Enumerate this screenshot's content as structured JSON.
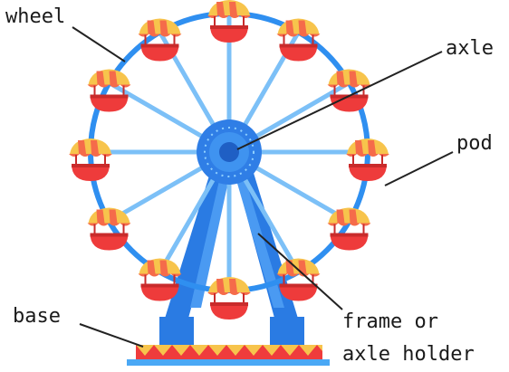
{
  "labels": {
    "wheel": "wheel",
    "axle": "axle",
    "pod": "pod",
    "base": "base",
    "frame_line1": "frame or",
    "frame_line2": "axle holder"
  },
  "colors": {
    "rim": "#2f8ff0",
    "spoke": "#7cc0f7",
    "hub": "#2f7ee6",
    "hub_inner": "#1f5fc4",
    "frame": "#2a7be3",
    "frame_shade": "#4a9af2",
    "pod_cup": "#ee3b3b",
    "pod_cup_dark": "#c92b2b",
    "pod_roof_a": "#f7c44c",
    "pod_roof_b": "#f56b4a",
    "base_red": "#ef3c3c",
    "base_yellow": "#f7c44c",
    "base_strip": "#4aa8f5",
    "leader": "#222222"
  }
}
